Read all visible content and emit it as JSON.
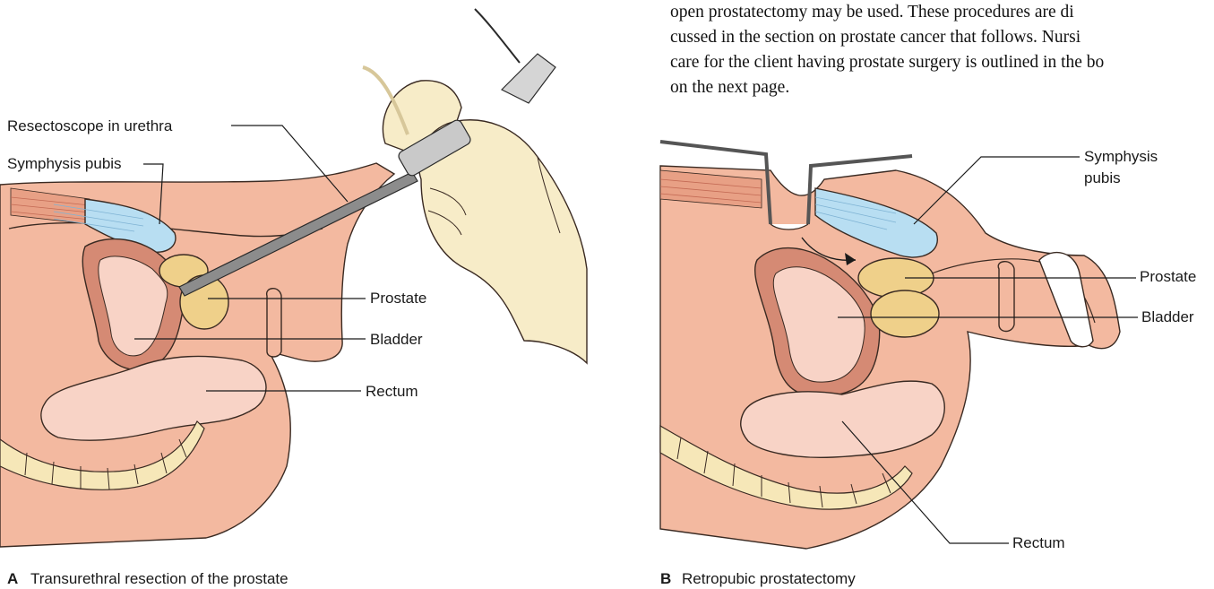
{
  "text_block": {
    "lines": [
      "open prostatectomy may be used. These procedures are di",
      "cussed in the section on prostate cancer that follows. Nursi",
      "care for the client having prostate surgery is outlined in the bo",
      "on the next page."
    ]
  },
  "figure_a": {
    "letter": "A",
    "caption": "Transurethral resection of the prostate",
    "labels": {
      "resectoscope": "Resectoscope in urethra",
      "symphysis": "Symphysis pubis",
      "prostate": "Prostate",
      "bladder": "Bladder",
      "rectum": "Rectum"
    }
  },
  "figure_b": {
    "letter": "B",
    "caption": "Retropubic prostatectomy",
    "labels": {
      "symphysis_line1": "Symphysis",
      "symphysis_line2": "pubis",
      "prostate": "Prostate",
      "bladder": "Bladder",
      "rectum": "Rectum"
    }
  },
  "colors": {
    "skin": "#f3b9a0",
    "skin_dark": "#e8a085",
    "bladder_wall": "#d58a74",
    "bladder_lumen": "#f8d3c6",
    "prostate": "#efd08a",
    "symphysis": "#b8def2",
    "bone": "#f6e7b8",
    "glove": "#f7ecc8",
    "instrument": "#8c8c8c"
  }
}
